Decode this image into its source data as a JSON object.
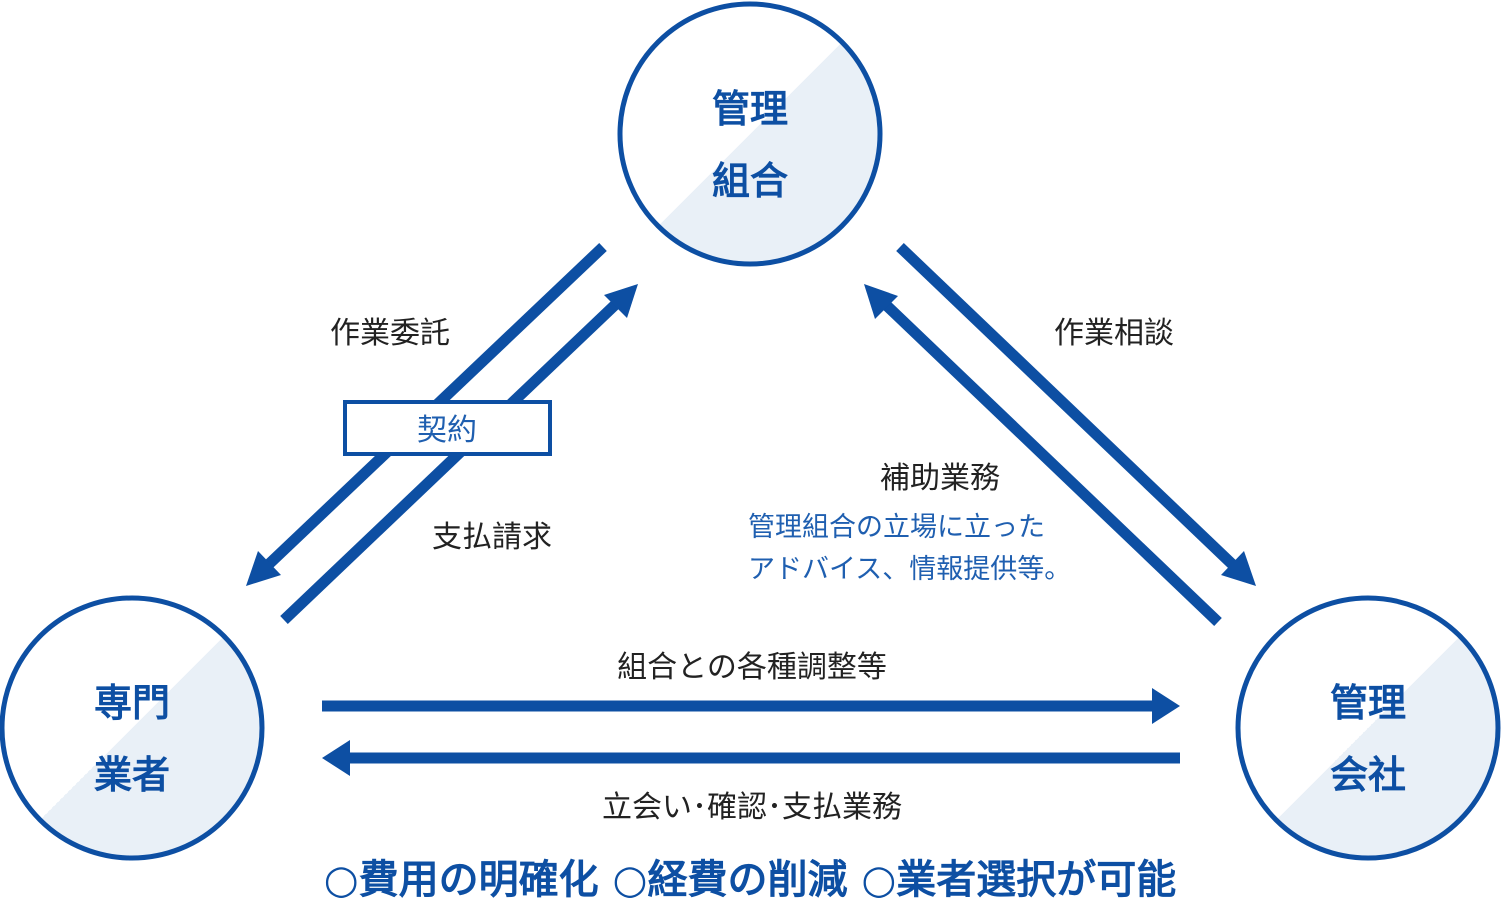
{
  "nodes": {
    "kanri_kumiai": {
      "line1": "管理",
      "line2": "組合"
    },
    "senmon_gyosha": {
      "line1": "専門",
      "line2": "業者"
    },
    "kanri_kaisha": {
      "line1": "管理",
      "line2": "会社"
    }
  },
  "edges": {
    "sagyo_itaku": "作業委託",
    "keiyaku": "契約",
    "shiharai_seikyu": "支払請求",
    "sagyo_sodan": "作業相談",
    "hojo_gyomu": "補助業務",
    "hojo_note_line1": "管理組合の立場に立った",
    "hojo_note_line2": "アドバイス、情報提供等。",
    "kumiai_chosei": "組合との各種調整等",
    "tachiai": "立会い･確認･支払業務"
  },
  "footer": {
    "text": "○費用の明確化 ○経費の削減 ○業者選択が可能"
  },
  "colors": {
    "primary": "#0d4fa3",
    "circle_fill": "#e9f0f7",
    "text": "#222222"
  }
}
